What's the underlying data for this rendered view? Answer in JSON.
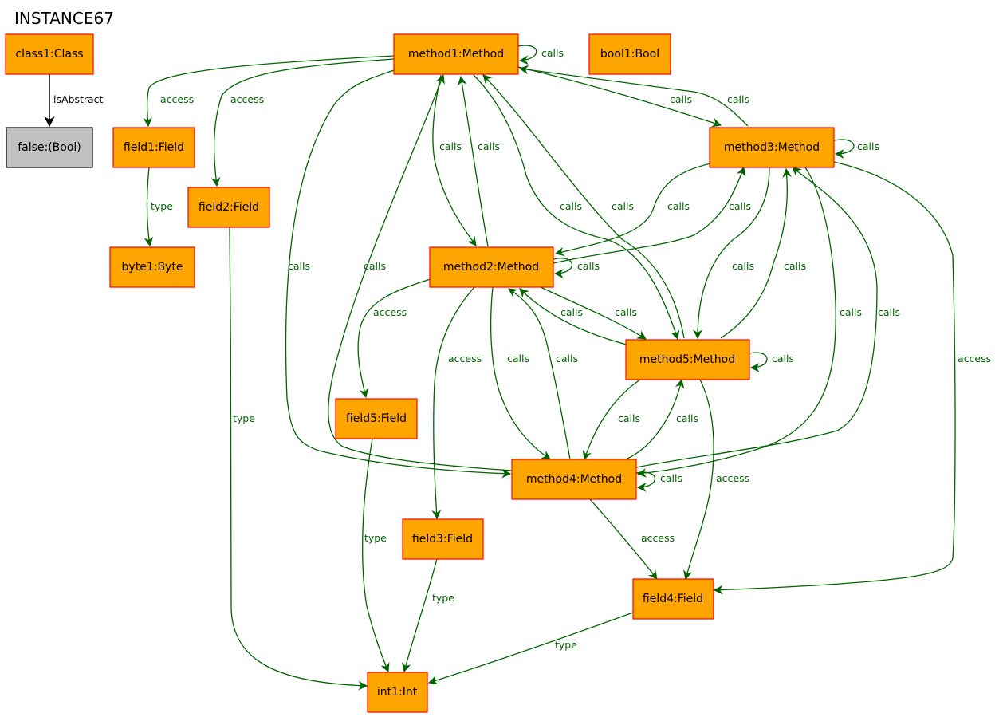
{
  "title": "INSTANCE67",
  "colors": {
    "node_fill": "#ffa500",
    "node_stroke": "#ff0000",
    "value_fill": "#c0c0c0",
    "value_stroke": "#000000",
    "edge": "#006400",
    "edge_black": "#000000"
  },
  "nodes": {
    "class1": "class1:Class",
    "false": "false:(Bool)",
    "method1": "method1:Method",
    "bool1": "bool1:Bool",
    "field1": "field1:Field",
    "field2": "field2:Field",
    "byte1": "byte1:Byte",
    "method3": "method3:Method",
    "method2": "method2:Method",
    "method5": "method5:Method",
    "field5": "field5:Field",
    "method4": "method4:Method",
    "field3": "field3:Field",
    "field4": "field4:Field",
    "int1": "int1:Int"
  },
  "edge_labels": {
    "isAbstract": "isAbstract",
    "calls": "calls",
    "access": "access",
    "type": "type"
  }
}
